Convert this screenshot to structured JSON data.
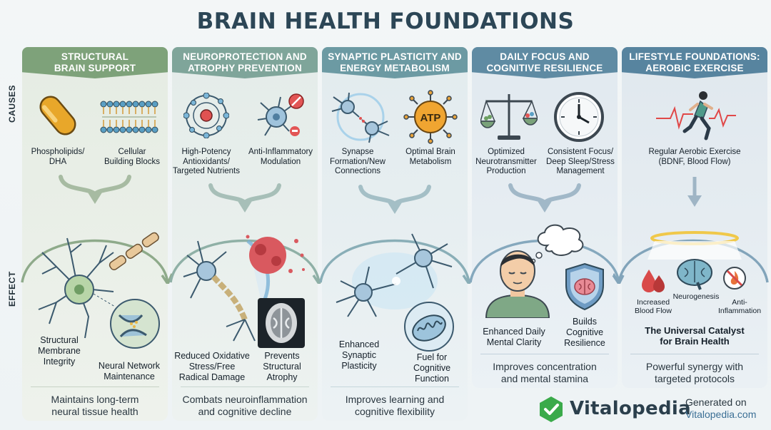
{
  "title": "BRAIN HEALTH FOUNDATIONS",
  "side_labels": {
    "causes": "CAUSES",
    "effect": "EFFECT"
  },
  "columns": [
    {
      "header": [
        "STRUCTURAL",
        "BRAIN SUPPORT"
      ],
      "color": "#7ea27a",
      "causes": [
        [
          "Phospholipids/",
          "DHA"
        ],
        [
          "Cellular",
          "Building Blocks"
        ]
      ],
      "effects": [
        [
          "Structural",
          "Membrane",
          "Integrity"
        ],
        [
          "Neural Network",
          "Maintenance"
        ]
      ],
      "footer": [
        "Maintains long-term",
        "neural tissue health"
      ]
    },
    {
      "header": [
        "NEUROPROTECTION AND",
        "ATROPHY PREVENTION"
      ],
      "color": "#7fa59a",
      "causes": [
        [
          "High-Potency",
          "Antioxidants/",
          "Targeted Nutrients"
        ],
        [
          "Anti-Inflammatory",
          "Modulation"
        ]
      ],
      "effects": [
        [
          "Reduced Oxidative",
          "Stress/Free",
          "Radical Damage"
        ],
        [
          "Prevents",
          "Structural",
          "Atrophy"
        ]
      ],
      "footer": [
        "Combats neuroinflammation",
        "and cognitive decline"
      ]
    },
    {
      "header": [
        "SYNAPTIC PLASTICITY AND",
        "ENERGY METABOLISM"
      ],
      "color": "#6c9aa3",
      "causes": [
        [
          "Synapse",
          "Formation/New",
          "Connections"
        ],
        [
          "Optimal Brain",
          "Metabolism"
        ]
      ],
      "effects": [
        [
          "Enhanced",
          "Synaptic",
          "Plasticity"
        ],
        [
          "Fuel for",
          "Cognitive",
          "Function"
        ]
      ],
      "footer": [
        "Improves learning and",
        "cognitive flexibility"
      ]
    },
    {
      "header": [
        "DAILY FOCUS AND",
        "COGNITIVE RESILIENCE"
      ],
      "color": "#5f8ba3",
      "causes": [
        [
          "Optimized",
          "Neurotransmitter",
          "Production"
        ],
        [
          "Consistent Focus/",
          "Deep Sleep/Stress",
          "Management"
        ]
      ],
      "effects": [
        [
          "Enhanced Daily",
          "Mental Clarity"
        ],
        [
          "Builds",
          "Cognitive",
          "Resilience"
        ]
      ],
      "footer": [
        "Improves concentration",
        "and mental stamina"
      ]
    },
    {
      "header": [
        "LIFESTYLE FOUNDATIONS:",
        "AEROBIC EXERCISE"
      ],
      "color": "#57849f",
      "causes": [
        [
          "Regular Aerobic Exercise",
          "(BDNF, Blood Flow)"
        ]
      ],
      "effects": [
        [
          "Increased",
          "Blood Flow"
        ],
        [
          "Neurogenesis"
        ],
        [
          "Anti-",
          "Inflammation"
        ]
      ],
      "catalyst": [
        "The Universal Catalyst",
        "for Brain Health"
      ],
      "footer": [
        "Powerful synergy with",
        "targeted protocols"
      ]
    }
  ],
  "icons": {
    "atp": "ATP"
  },
  "brand": {
    "name": "Vitalopedia",
    "generated": "Generated on",
    "url": "Vitalopedia.com",
    "color": "#3aaa4a"
  }
}
